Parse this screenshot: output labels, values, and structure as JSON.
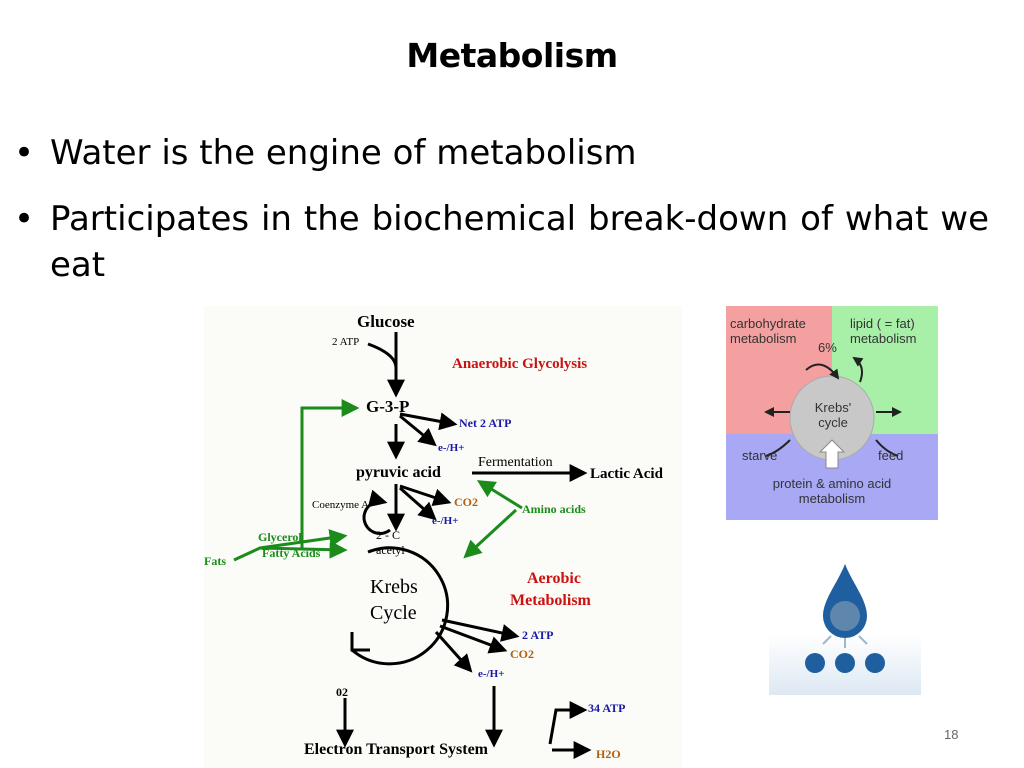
{
  "slide": {
    "title": "Metabolism",
    "bullets": [
      "Water is the engine of metabolism",
      "Participates in the biochemical break-down of what we eat"
    ],
    "page_number": "18"
  },
  "diagram": {
    "glucose": "Glucose",
    "atp_in": "2 ATP",
    "anaerobic": "Anaerobic Glycolysis",
    "g3p": "G-3-P",
    "net_atp": "Net 2 ATP",
    "eh1": "e-/H+",
    "fermentation": "Fermentation",
    "pyruvic": "pyruvic acid",
    "lactic": "Lactic Acid",
    "coenzyme": "Coenzyme A",
    "co2_1": "CO2",
    "eh2": "e-/H+",
    "amino": "Amino acids",
    "glycerol": "Glycerol",
    "fatty": "Fatty Acids",
    "fats": "Fats",
    "two_c": "2 - C",
    "acetyl": "acetyl",
    "krebs_line1": "Krebs",
    "krebs_line2": "Cycle",
    "aerobic_line1": "Aerobic",
    "aerobic_line2": "Metabolism",
    "atp_krebs": "2  ATP",
    "co2_2": "CO2",
    "eh3": "e-/H+",
    "o2": "02",
    "ets": "Electron Transport System",
    "atp_34": "34 ATP",
    "h2o": "H2O"
  },
  "krebs_image": {
    "carb": "carbohydrate metabolism",
    "lipid": "lipid ( =  fat) metabolism",
    "percent": "6%",
    "krebs_line1": "Krebs'",
    "krebs_line2": "cycle",
    "starve": "starve",
    "feed": "feed",
    "protein": "protein & amino acid metabolism",
    "colors": {
      "carb": "#f4a0a0",
      "lipid": "#a8f0a8",
      "protein": "#a8a8f4",
      "center": "#c8c8c8"
    }
  },
  "water_icon": {
    "drop_color": "#1f5fa0",
    "dot_color": "#1f5fa0"
  }
}
